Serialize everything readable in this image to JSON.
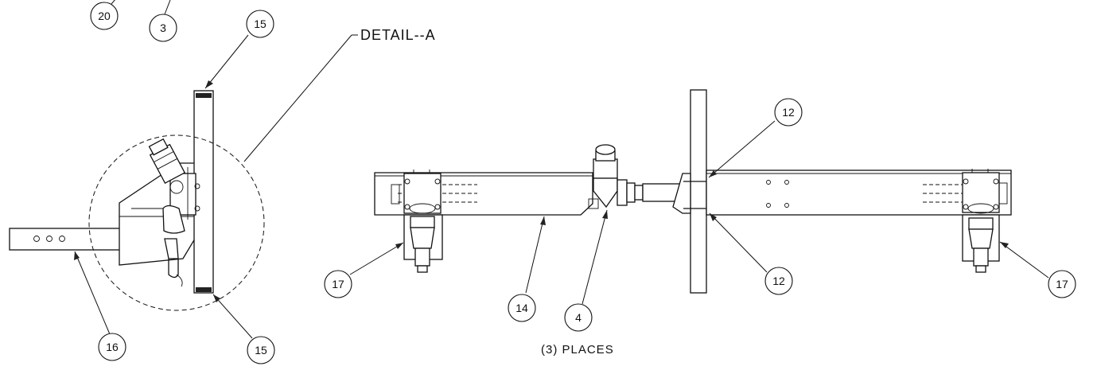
{
  "detail_label": "DETAIL--A",
  "places_note": "(3) PLACES",
  "balloons": {
    "b20": "20",
    "b3": "3",
    "b15_top": "15",
    "b15_bottom": "15",
    "b16": "16",
    "b12_top": "12",
    "b12_bottom": "12",
    "b17_left": "17",
    "b14": "14",
    "b4": "4",
    "b17_right": "17"
  }
}
